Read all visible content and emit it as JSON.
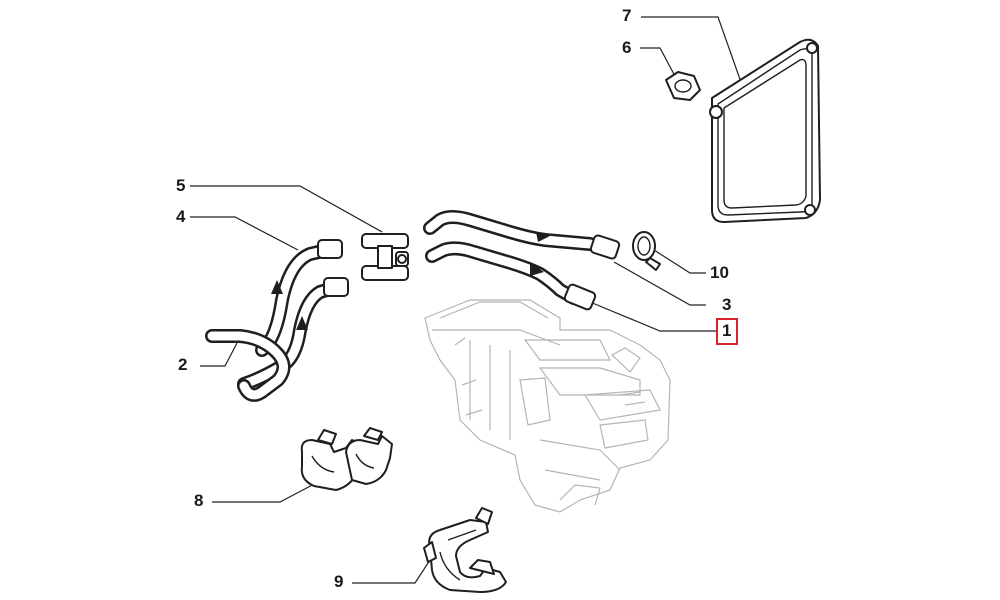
{
  "callouts": [
    {
      "number": "7"
    },
    {
      "number": "6"
    },
    {
      "number": "5"
    },
    {
      "number": "4"
    },
    {
      "number": "10"
    },
    {
      "number": "3"
    },
    {
      "number": "1",
      "highlighted": true
    },
    {
      "number": "2"
    },
    {
      "number": "8"
    },
    {
      "number": "9"
    }
  ],
  "colors": {
    "highlight": "#d8232a",
    "ink": "#1f1f1f",
    "ghost": "#b5b5b5"
  }
}
